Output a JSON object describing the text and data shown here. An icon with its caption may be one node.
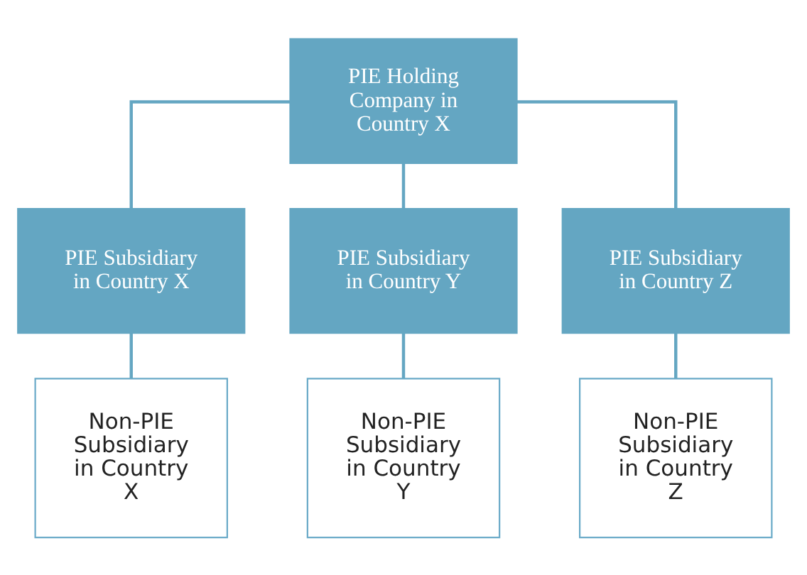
{
  "diagram": {
    "nodes": [
      {
        "text": [
          "PIE Holding Company in Country X"
        ]
      },
      {
        "text": [
          "PIE Subsidiary in Country X"
        ]
      },
      {
        "text": [
          "PIE Subsidiary in Country Y"
        ]
      },
      {
        "text": [
          "PIE Subsidiary in Country Z"
        ]
      },
      {
        "text": [
          "Non-PIE Subsidiary in Country X"
        ]
      },
      {
        "text": [
          "Non-PIE Subsidiary in Country Y"
        ]
      },
      {
        "text": [
          "Non-PIE Subsidiary in Country Z"
        ]
      }
    ],
    "edges": [
      {
        "from": 0,
        "to": 1,
        "arrow": "none"
      },
      {
        "from": 0,
        "to": 2,
        "arrow": "none"
      },
      {
        "from": 0,
        "to": 3,
        "arrow": "none"
      },
      {
        "from": 1,
        "to": 4,
        "arrow": "none"
      },
      {
        "from": 2,
        "to": 5,
        "arrow": "none"
      },
      {
        "from": 3,
        "to": 6,
        "arrow": "none"
      }
    ]
  }
}
